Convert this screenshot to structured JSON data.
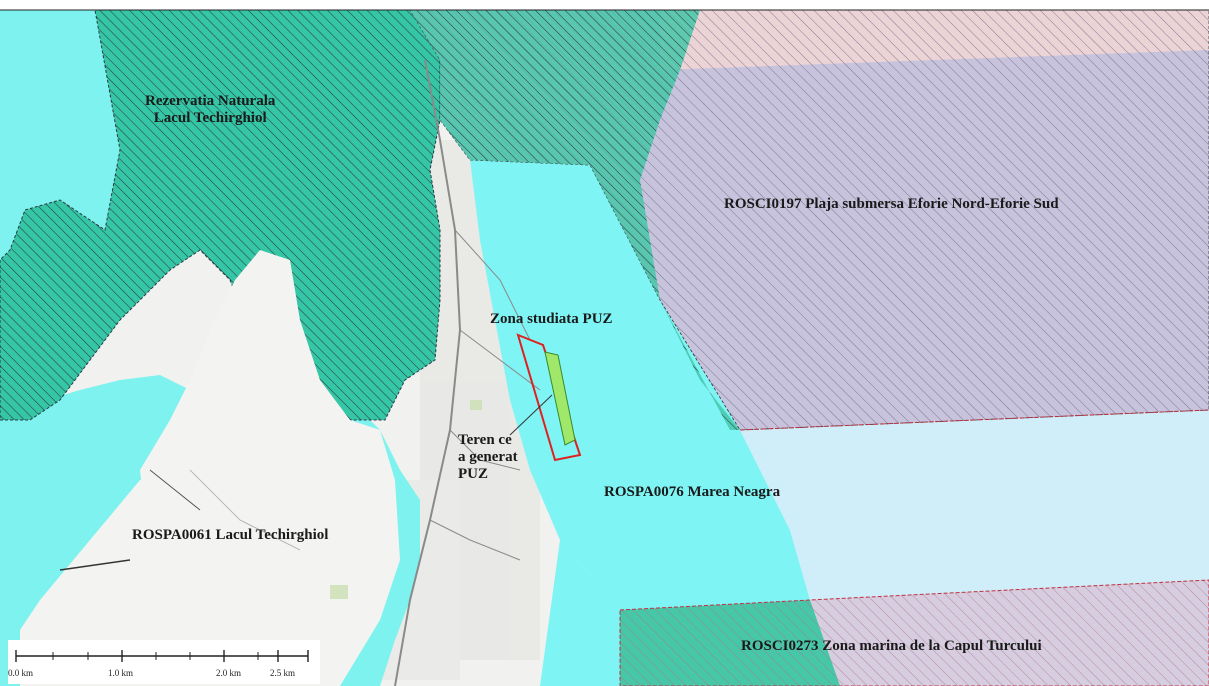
{
  "labels": {
    "rezervatie_line1": "Rezervatia Naturala",
    "rezervatie_line2": "Lacul Techirghiol",
    "rosci0197": "ROSCI0197 Plaja submersa Eforie Nord-Eforie Sud",
    "zona_studiata": "Zona studiata PUZ",
    "teren_line1": "Teren ce",
    "teren_line2": "a generat",
    "teren_line3": "PUZ",
    "rospa0076": "ROSPA0076 Marea Neagra",
    "rospa0061": "ROSPA0061 Lacul Techirghiol",
    "rosci0273": "ROSCI0273 Zona marina de la Capul Turcului"
  },
  "scale": {
    "ticks": [
      "0.0 km",
      "1.0 km",
      "2.0 km",
      "2.5 km"
    ]
  },
  "colors": {
    "land": "#f1f1ef",
    "lake_water": "#7ef2ee",
    "reserve_fill": "#35c6a6",
    "sea_cyan": "#7ff4f4",
    "sea_light": "#cfeef9",
    "rosci_purple": "#c7c3dc",
    "rosci_pink": "#ecd3d6",
    "hatch_dark": "#2b3a44",
    "study_outline": "#e02020",
    "parcel_fill": "#9fe86a",
    "road": "#8a8a8a"
  }
}
